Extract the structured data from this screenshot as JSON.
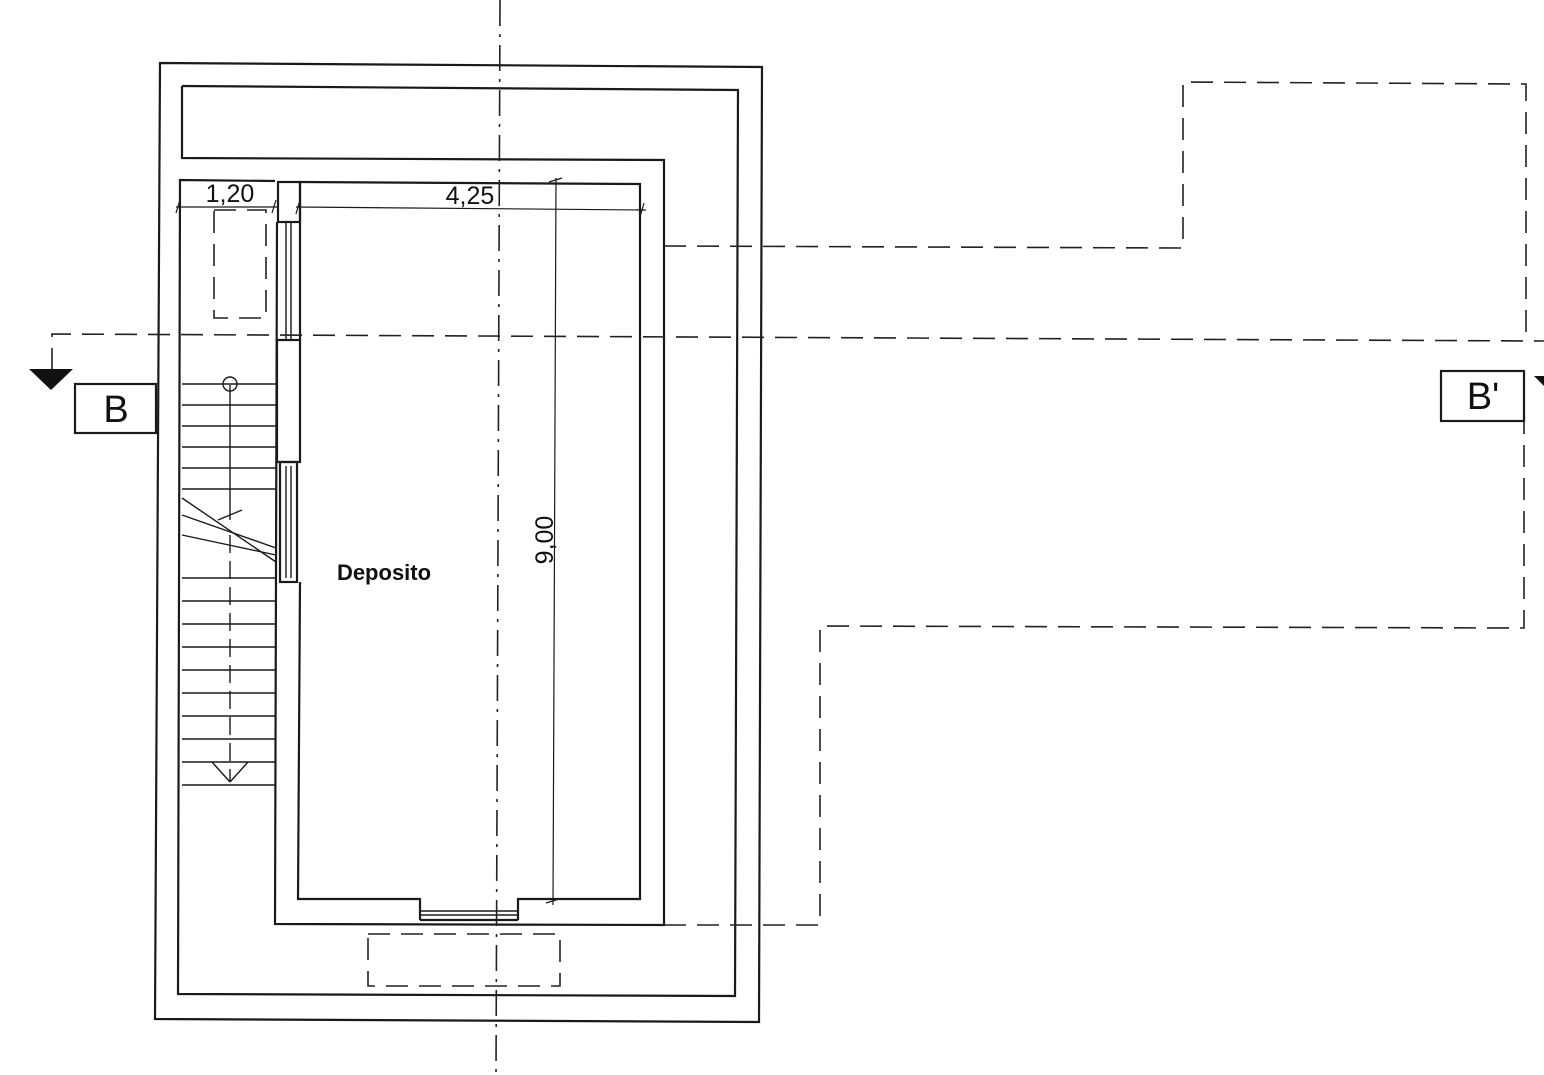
{
  "room": {
    "name": "Deposito"
  },
  "dimensions": {
    "stair_width": "1,20",
    "room_width": "4,25",
    "room_length": "9,00"
  },
  "section": {
    "start_label": "B",
    "end_label": "B'"
  }
}
